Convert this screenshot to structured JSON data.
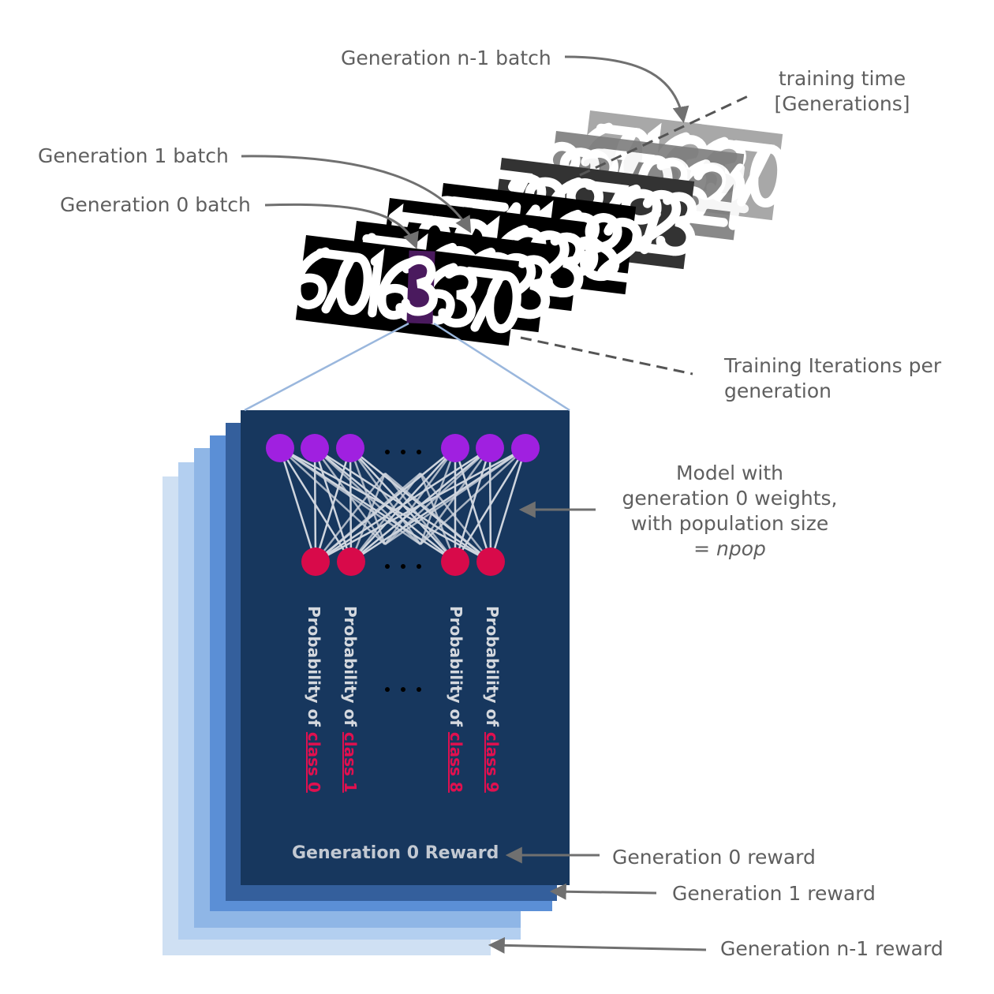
{
  "labels": {
    "gen_n1_batch": "Generation n-1 batch",
    "gen_1_batch": "Generation 1 batch",
    "gen_0_batch": "Generation 0 batch",
    "training_time_line1": "training time",
    "training_time_line2": "[Generations]",
    "iterations_line1": "Training Iterations per",
    "iterations_line2": "generation",
    "model_line1": "Model with",
    "model_line2": "generation 0 weights,",
    "model_line3": "with population size",
    "model_line4": "= npop",
    "gen_0_reward": "Generation 0 reward",
    "gen_1_reward": "Generation 1 reward",
    "gen_n1_reward": "Generation n-1 reward"
  },
  "model": {
    "reward_title": "Generation 0 Reward",
    "prob_prefix": "Probability of ",
    "outputs": [
      "class 0",
      "class 1",
      "class 8",
      "class 9"
    ],
    "ellipsis": "· · ·"
  },
  "batch_digits": {
    "front": "6701636370",
    "highlighted": "3"
  },
  "colors": {
    "panel": "#17375e",
    "input_node": "#a020e0",
    "output_node": "#d80a4a",
    "class_text": "#e0104f",
    "stack": [
      "#cfe0f3",
      "#b3cff0",
      "#8fb6e6",
      "#5b8fd6",
      "#345f9c"
    ],
    "connector": "#9ab7dd",
    "highlight": "#4a1a5e"
  }
}
